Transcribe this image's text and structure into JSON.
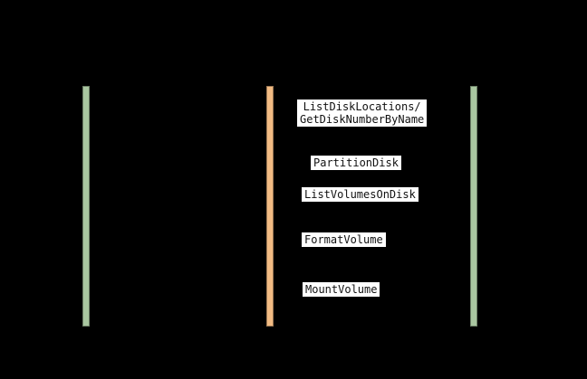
{
  "diagram": {
    "type": "sequence-diagram",
    "background_color": "#000000",
    "label_bg_color": "#ffffff",
    "label_text_color": "#111111",
    "lifelines": [
      {
        "id": "left-activation",
        "color": "#a9c6a0"
      },
      {
        "id": "middle-activation",
        "color": "#f2bb83"
      },
      {
        "id": "right-activation",
        "color": "#a9c6a0"
      }
    ],
    "messages": [
      {
        "label": "ListDiskLocations/\nGetDiskNumberByName"
      },
      {
        "label": "PartitionDisk"
      },
      {
        "label": "ListVolumesOnDisk"
      },
      {
        "label": "FormatVolume"
      },
      {
        "label": "MountVolume"
      }
    ]
  }
}
